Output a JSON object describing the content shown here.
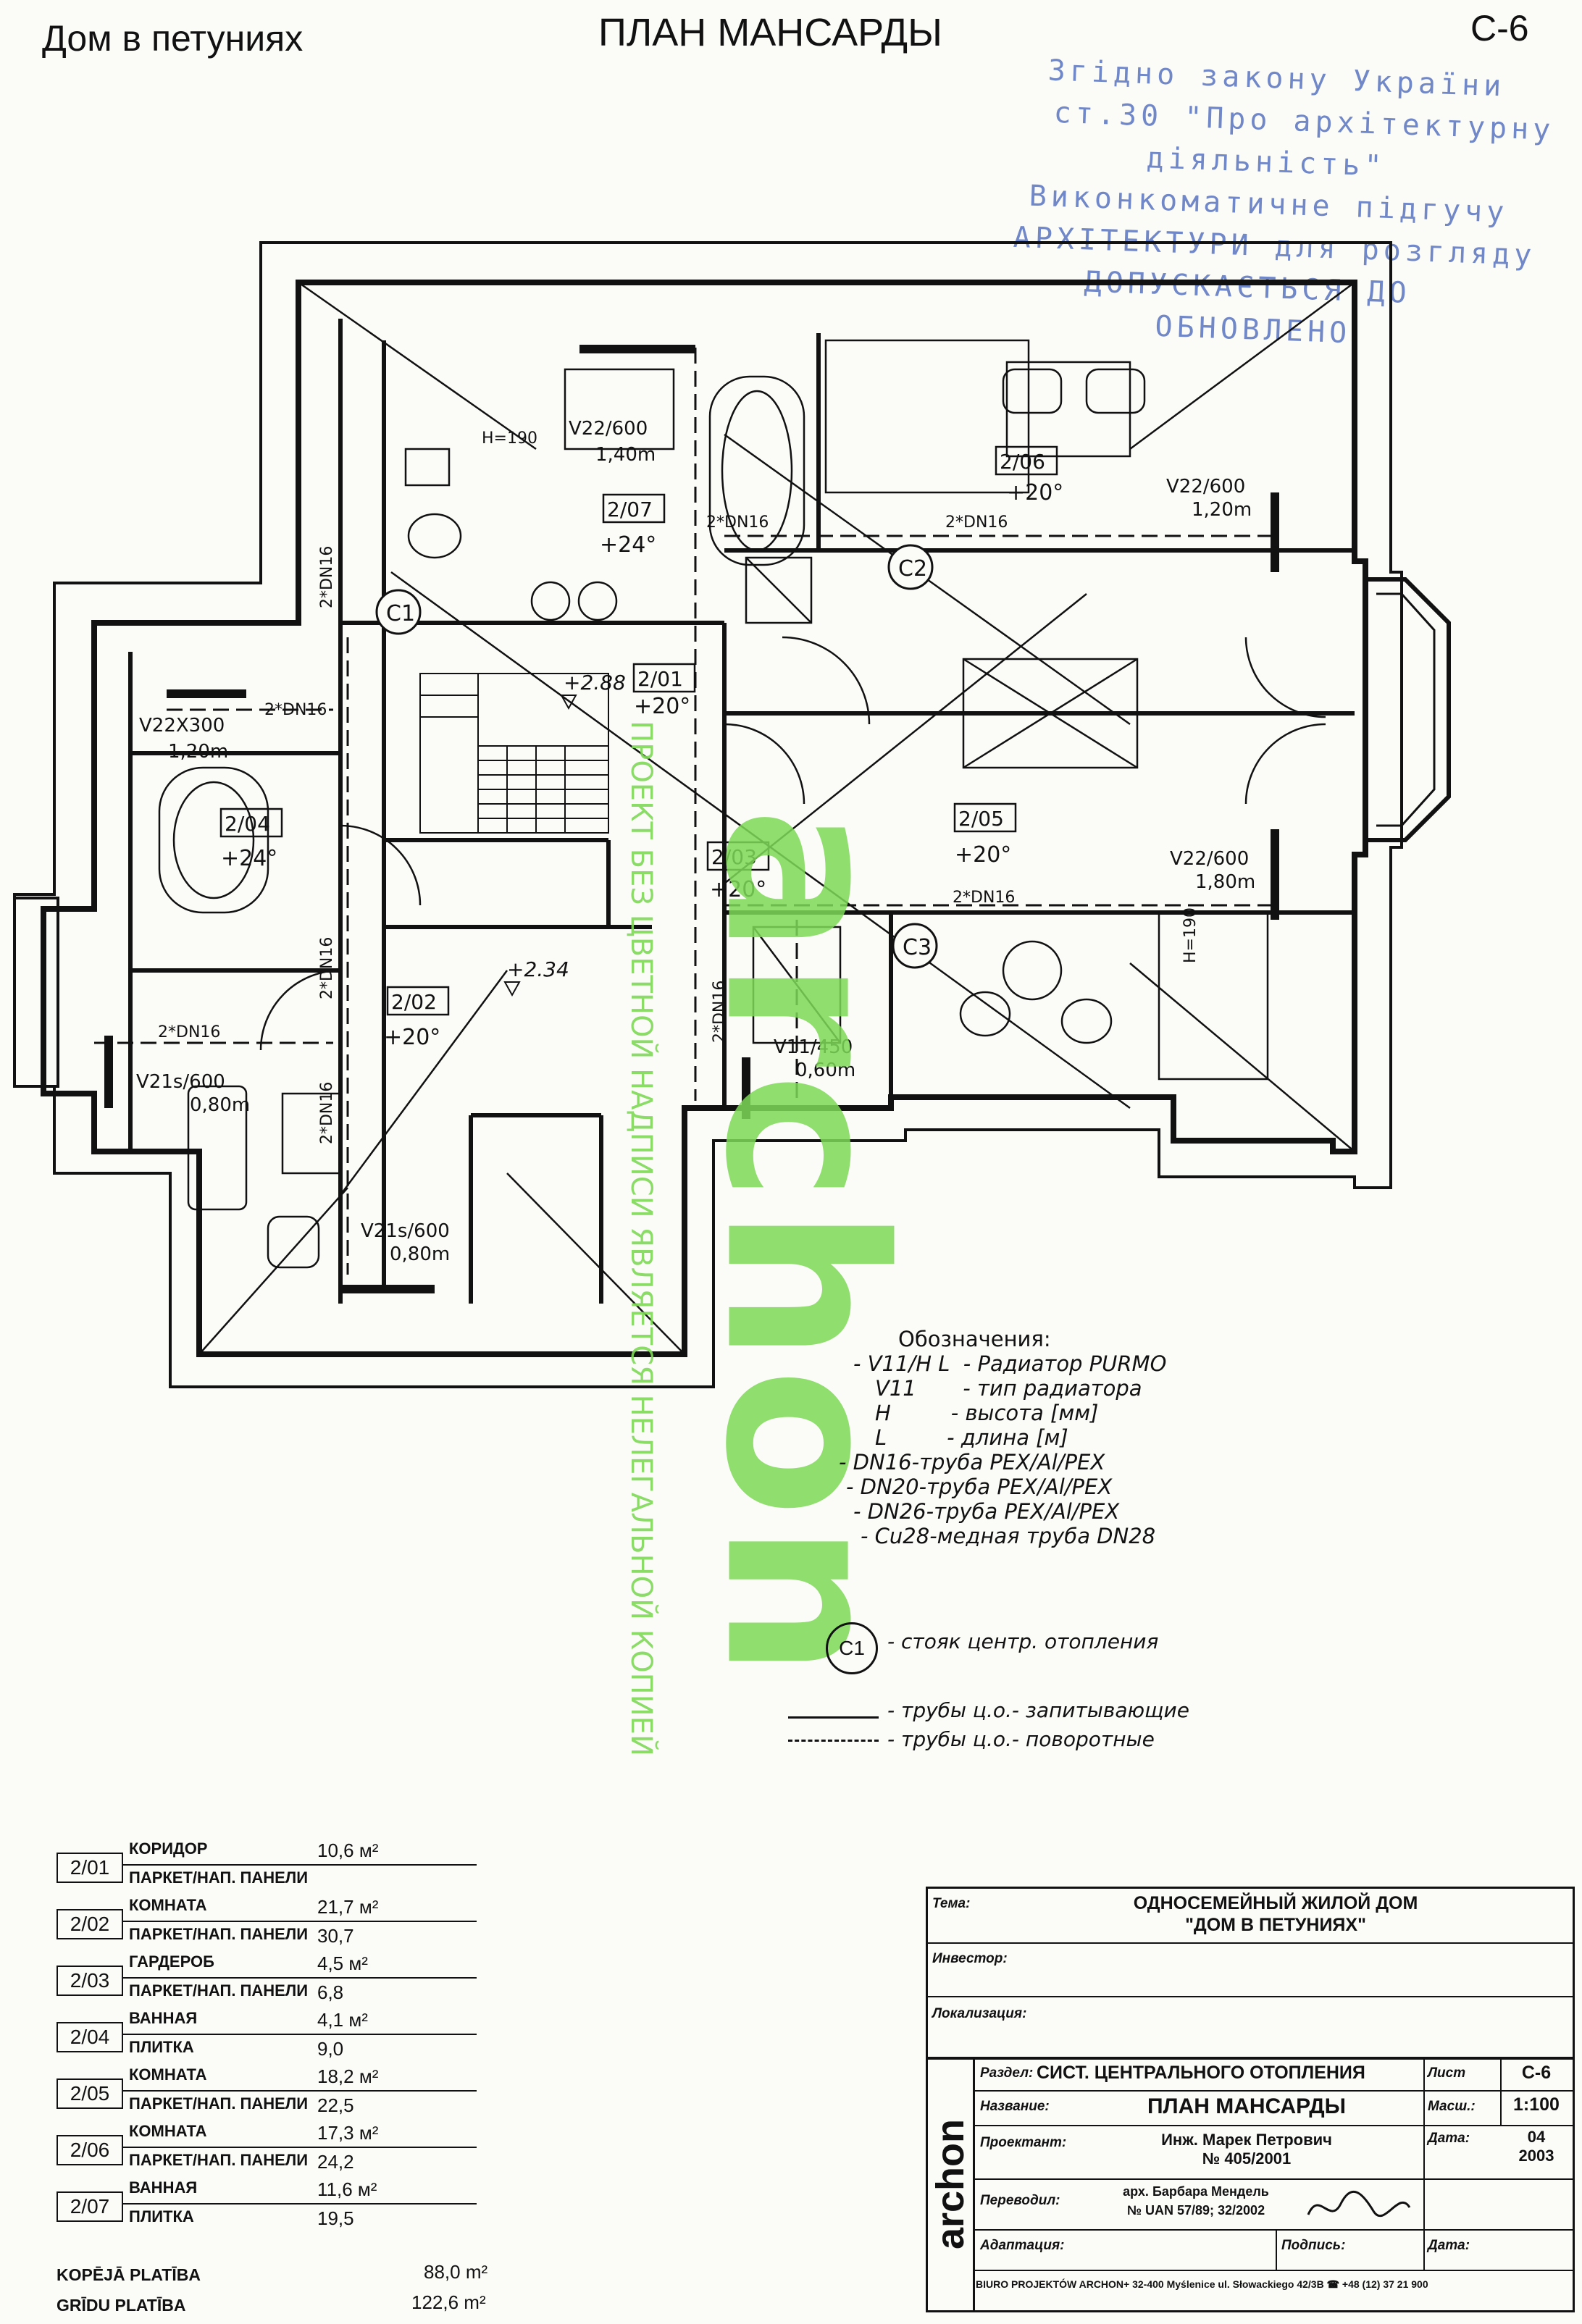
{
  "header": {
    "project_name": "Дом в петуниях",
    "sheet_title": "ПЛАН МАНСАРДЫ",
    "sheet_code": "С-6"
  },
  "stamp": {
    "lines": [
      "Згiдно закону України",
      "ст.30 \"Про архiтектурну",
      "дiяльнiсть\"",
      "Виконкоматичне пiдгучу",
      "АРХIТЕКТУРИ для розгляду",
      "ДОПУСКАЄТЬСЯ ДО",
      "ОБНОВЛЕНО"
    ],
    "color": "#5a74c0"
  },
  "watermark": {
    "brand": "archon",
    "vertical_text": "ПРОЕКТ БЕЗ ЦВЕТНОЙ НАДПИСИ ЯВЛЯЕТСЯ НЕЛЕГАЛЬНОЙ КОПИЕЙ",
    "color": "#7ed957"
  },
  "plan_labels": {
    "rooms": [
      {
        "code": "2/07",
        "temp": "+24°"
      },
      {
        "code": "2/06",
        "temp": "+20°"
      },
      {
        "code": "2/01",
        "temp": "+20°"
      },
      {
        "code": "2/04",
        "temp": "+24°"
      },
      {
        "code": "2/05",
        "temp": "+20°"
      },
      {
        "code": "2/03",
        "temp": "+20°"
      },
      {
        "code": "2/02",
        "temp": "+20°"
      }
    ],
    "radiators": [
      {
        "type": "V22/600",
        "len": "1,40m"
      },
      {
        "type": "V22/600",
        "len": "1,20m"
      },
      {
        "type": "V22X300",
        "len": "1,20m"
      },
      {
        "type": "V22/600",
        "len": "1,80m"
      },
      {
        "type": "V11/450",
        "len": "0,60m"
      },
      {
        "type": "V21s/600",
        "len": "0,80m"
      },
      {
        "type": "V21s/600",
        "len": "0,80m"
      }
    ],
    "risers": [
      "C1",
      "C2",
      "C3"
    ],
    "pipes": [
      "2*DN16",
      "2*DN16",
      "2*DN16",
      "2*DN16",
      "2*DN16",
      "2*DN16",
      "2*DN16",
      "2*DN16",
      "2*DN16"
    ],
    "heights": [
      "H=190",
      "H=190"
    ],
    "levels": [
      "+2.88",
      "+2.34"
    ]
  },
  "legend": {
    "title": "Обозначения:",
    "lines": [
      "- V11/H L  - Радиатор PURMO",
      "V11       - тип радиатора",
      "H         - высота [мм]",
      "L         - длина [м]",
      "- DN16-труба PEX/Al/PEX",
      "- DN20-труба PEX/Al/PEX",
      "- DN26-труба PEX/Al/PEX",
      "- Cu28-медная труба DN28"
    ],
    "riser_symbol": "C1",
    "riser_text": "- стояк центр. отопления",
    "supply_text": "- трубы ц.о.- запитывающие",
    "return_text": "- трубы ц.о.- поворотные"
  },
  "area_table": {
    "rooms": [
      {
        "code": "2/01",
        "name": "КОРИДОР",
        "area": "10,6 м²",
        "finish": "ПАРКЕТ/НАП. ПАНЕЛИ",
        "finish_area": ""
      },
      {
        "code": "2/02",
        "name": "КОМНАТА",
        "area": "21,7 м²",
        "finish": "ПАРКЕТ/НАП. ПАНЕЛИ",
        "finish_area": "30,7"
      },
      {
        "code": "2/03",
        "name": "ГАРДЕРОБ",
        "area": "4,5 м²",
        "finish": "ПАРКЕТ/НАП. ПАНЕЛИ",
        "finish_area": "6,8"
      },
      {
        "code": "2/04",
        "name": "ВАННАЯ",
        "area": "4,1 м²",
        "finish": "ПЛИТКА",
        "finish_area": "9,0"
      },
      {
        "code": "2/05",
        "name": "КОМНАТА",
        "area": "18,2 м²",
        "finish": "ПАРКЕТ/НАП. ПАНЕЛИ",
        "finish_area": "22,5"
      },
      {
        "code": "2/06",
        "name": "КОМНАТА",
        "area": "17,3 м²",
        "finish": "ПАРКЕТ/НАП. ПАНЕЛИ",
        "finish_area": "24,2"
      },
      {
        "code": "2/07",
        "name": "ВАННАЯ",
        "area": "11,6 м²",
        "finish": "ПЛИТКА",
        "finish_area": "19,5"
      }
    ],
    "totals": [
      {
        "label": "KOPĒJĀ PLATĪBA",
        "value": "88,0 m²"
      },
      {
        "label": "GRĪDU PLATĪBA",
        "value": "122,6 m²"
      }
    ]
  },
  "title_block": {
    "tema_key": "Тема:",
    "tema_line1": "ОДНОСЕМЕЙНЫЙ ЖИЛОЙ ДОМ",
    "tema_line2": "\"ДОМ В ПЕТУНИЯХ\"",
    "investor_key": "Инвестор:",
    "location_key": "Локализация:",
    "section_key": "Раздел:",
    "section_val": "СИСТ. ЦЕНТРАЛЬНОГО ОТОПЛЕНИЯ",
    "sheet_key": "Лист",
    "sheet_val": "С-6",
    "name_key": "Название:",
    "name_val": "ПЛАН МАНСАРДЫ",
    "scale_key": "Масш.:",
    "scale_val": "1:100",
    "designer_key": "Проектант:",
    "designer_val1": "Инж. Марек Петрович",
    "designer_val2": "№ 405/2001",
    "date_key": "Дата:",
    "date_val1": "04",
    "date_val2": "2003",
    "adapt_key": "Переводил:",
    "adapt_val1": "арх. Барбара Мендель",
    "adapt_val2": "№ UAN 57/89; 32/2002",
    "adaptation_key": "Адаптация:",
    "signature_key": "Подпись:",
    "date2_key": "Дата:",
    "side_logo": "archon",
    "footer": "BIURO PROJEKTÓW ARCHON+ 32-400 Myślenice ul. Słowackiego 42/3B ☎ +48 (12) 37 21 900"
  }
}
